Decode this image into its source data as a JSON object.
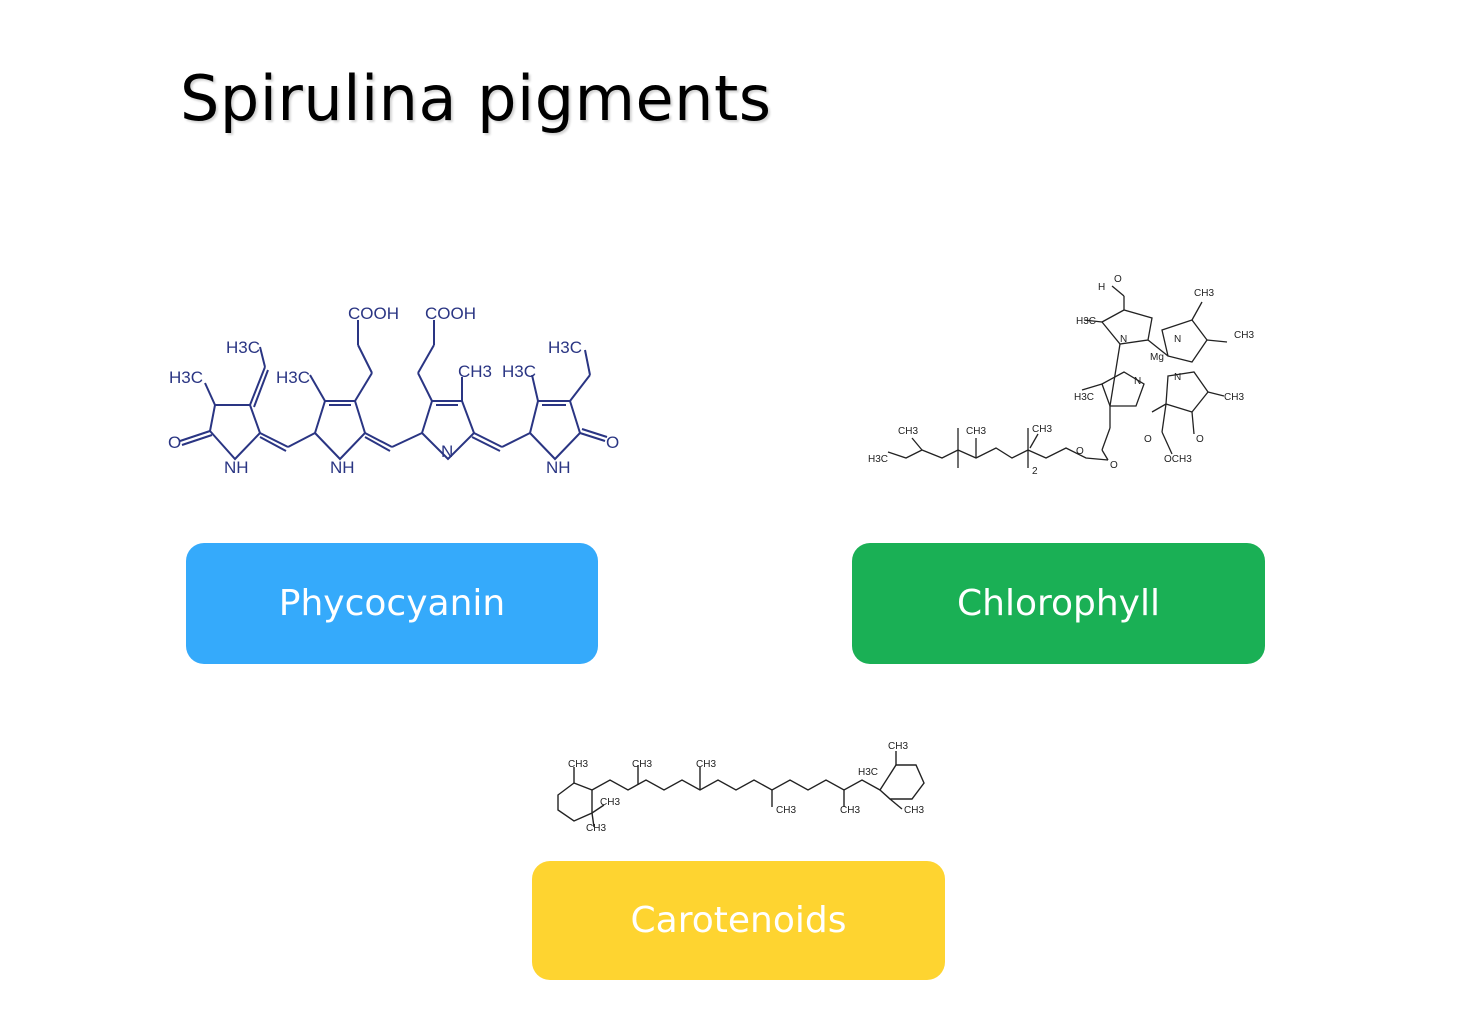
{
  "slide": {
    "title": "Spirulina pigments"
  },
  "colors": {
    "phycocyanin": "#35aafb",
    "chlorophyll": "#1ab055",
    "carotenoids": "#fed430",
    "phyco_structure": "#2a3583",
    "structure_ink": "#222222"
  },
  "pigments": {
    "phycocyanin": {
      "label": "Phycocyanin",
      "atoms": {
        "cooh1": "COOH",
        "cooh2": "COOH",
        "h3c_a": "H3C",
        "h3c_b": "H3C",
        "h3c_c": "H3C",
        "h3c_d": "H3C",
        "h3c_e": "H3C",
        "ch3": "CH3",
        "o1": "O",
        "o2": "O",
        "nh1": "NH",
        "nh2": "NH",
        "nh3": "NH",
        "n": "N"
      }
    },
    "chlorophyll": {
      "label": "Chlorophyll",
      "atoms": {
        "h": "H",
        "o_ald": "O",
        "ch3_top": "CH3",
        "h3c_left": "H3C",
        "ch3_right": "CH3",
        "mg": "Mg",
        "n1": "N",
        "n2": "N",
        "n3": "N",
        "n4": "N",
        "h3c_low": "H3C",
        "ch3_low": "CH3",
        "o_k": "O",
        "o_e": "O",
        "och3": "OCH3",
        "tail_ch3_a": "CH3",
        "tail_ch3_b": "CH3",
        "tail_ch3_c": "CH3",
        "tail_h3c": "H3C",
        "sub2": "2",
        "o_tail1": "O",
        "o_tail2": "O"
      }
    },
    "carotenoids": {
      "label": "Carotenoids",
      "atoms": {
        "a": "CH3",
        "b": "CH3",
        "c": "CH3",
        "d": "CH3",
        "e": "CH3",
        "f": "CH3",
        "g": "CH3",
        "h": "CH3",
        "i": "CH3",
        "j": "H3C"
      }
    }
  }
}
